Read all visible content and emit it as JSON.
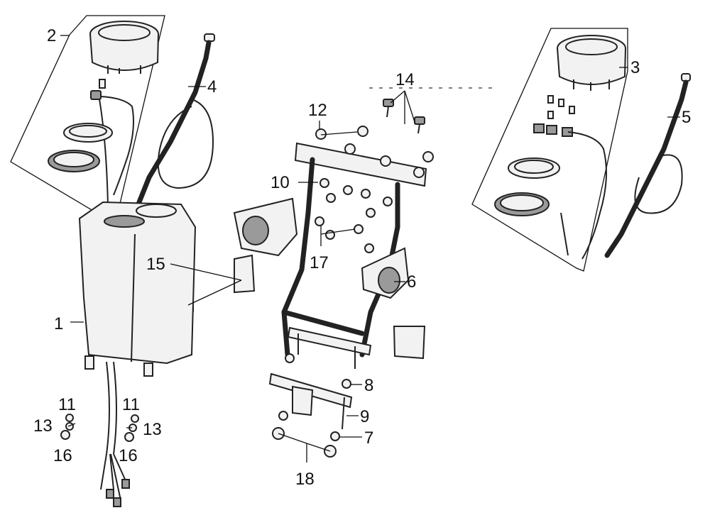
{
  "callouts": [
    {
      "id": "c1",
      "text": "1"
    },
    {
      "id": "c2",
      "text": "2"
    },
    {
      "id": "c3",
      "text": "3"
    },
    {
      "id": "c4",
      "text": "4"
    },
    {
      "id": "c5",
      "text": "5"
    },
    {
      "id": "c6",
      "text": "6"
    },
    {
      "id": "c7",
      "text": "7"
    },
    {
      "id": "c8",
      "text": "8"
    },
    {
      "id": "c9",
      "text": "9"
    },
    {
      "id": "c10",
      "text": "10"
    },
    {
      "id": "c11a",
      "text": "11"
    },
    {
      "id": "c11b",
      "text": "11"
    },
    {
      "id": "c12",
      "text": "12"
    },
    {
      "id": "c13a",
      "text": "13"
    },
    {
      "id": "c13b",
      "text": "13"
    },
    {
      "id": "c14",
      "text": "14"
    },
    {
      "id": "c15",
      "text": "15"
    },
    {
      "id": "c16a",
      "text": "16"
    },
    {
      "id": "c16b",
      "text": "16"
    },
    {
      "id": "c17",
      "text": "17"
    },
    {
      "id": "c18",
      "text": "18"
    }
  ]
}
